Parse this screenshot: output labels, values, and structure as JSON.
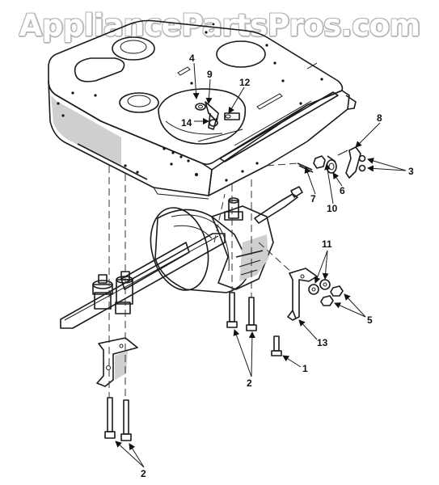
{
  "watermark": "AppliancePartsPros.com",
  "callouts": [
    {
      "id": "c1",
      "text": "1"
    },
    {
      "id": "c2a",
      "text": "2"
    },
    {
      "id": "c2b",
      "text": "2"
    },
    {
      "id": "c3",
      "text": "3"
    },
    {
      "id": "c4",
      "text": "4"
    },
    {
      "id": "c5",
      "text": "5"
    },
    {
      "id": "c6",
      "text": "6"
    },
    {
      "id": "c7",
      "text": "7"
    },
    {
      "id": "c8",
      "text": "8"
    },
    {
      "id": "c9",
      "text": "9"
    },
    {
      "id": "c10",
      "text": "10"
    },
    {
      "id": "c11",
      "text": "11"
    },
    {
      "id": "c12",
      "text": "12"
    },
    {
      "id": "c13",
      "text": "13"
    },
    {
      "id": "c14",
      "text": "14"
    }
  ]
}
